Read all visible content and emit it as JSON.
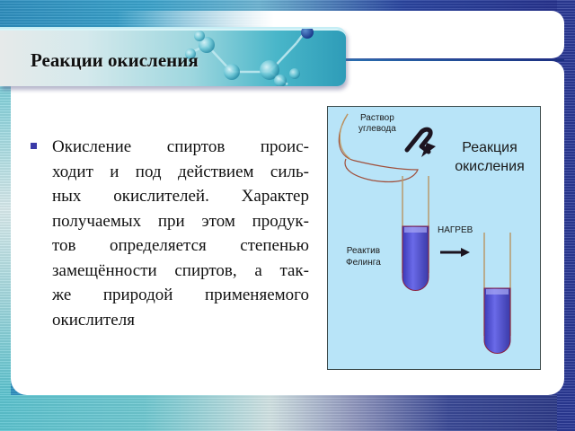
{
  "slide": {
    "title": "Реакции окисления",
    "bullets": [
      {
        "text": "Окисление спиртов происходит и под действием сильных окислителей. Характер получаемых при этом продуктов определяется степенью замещённости спиртов, а также природой применяемого окислителя",
        "lines": [
          "Окисление спиртов проис-",
          "ходит и под действием силь-",
          "ных окислителей. Характер",
          "получаемых при этом продук-",
          "тов определяется степенью",
          "замещённости спиртов, а так-",
          "же природой применяемого",
          "окислителя"
        ]
      }
    ]
  },
  "illustration": {
    "labels": {
      "solution_line1": "Раствор",
      "solution_line2": "углевода",
      "reaction_line1": "Реакция",
      "reaction_line2": "окисления",
      "reagent_line1": "Реактив",
      "reagent_line2": "Фелинга",
      "heat": "НАГРЕВ"
    },
    "colors": {
      "background": "#b8e4f8",
      "liquid": "#5a5ae0",
      "tube_wall": "#b89a6a"
    }
  },
  "theme": {
    "accent_dark": "#26308c",
    "accent_teal": "#3aa3cc",
    "bullet_color": "#3a3aa8"
  }
}
